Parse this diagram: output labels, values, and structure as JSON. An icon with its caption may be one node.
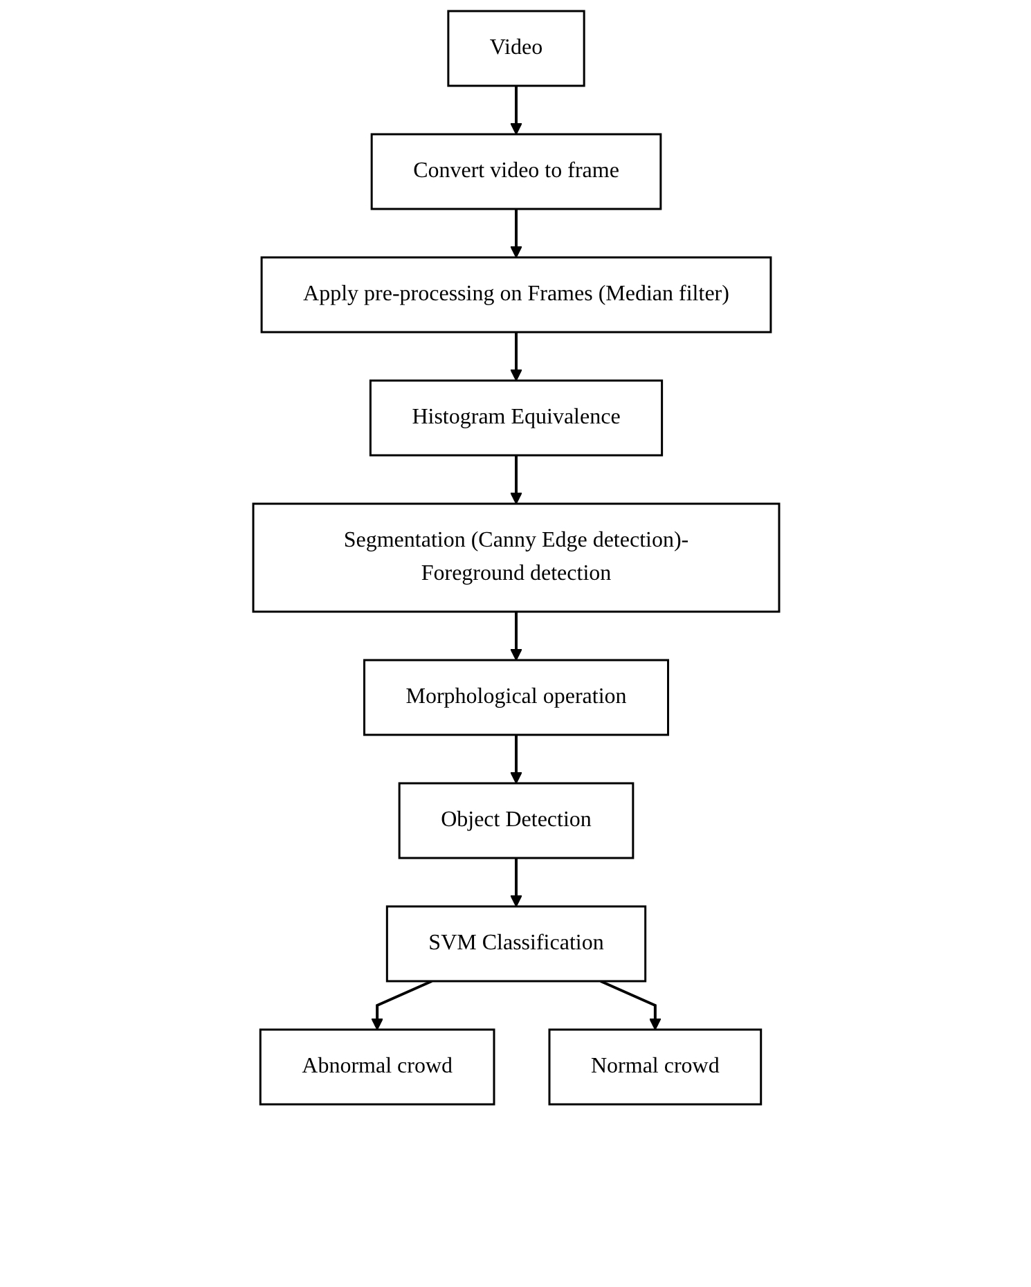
{
  "diagram": {
    "nodes": [
      {
        "text": [
          "Video"
        ]
      },
      {
        "text": [
          "Convert video to frame"
        ]
      },
      {
        "text": [
          "Apply pre-processing on Frames (Median filter)"
        ]
      },
      {
        "text": [
          "Histogram Equivalence"
        ]
      },
      {
        "text": [
          "Segmentation (Canny Edge detection)-Foreground detection"
        ]
      },
      {
        "text": [
          "Morphological operation"
        ]
      },
      {
        "text": [
          "Object Detection"
        ]
      },
      {
        "text": [
          "SVM Classification"
        ]
      },
      {
        "text": [
          "Abnormal crowd"
        ]
      },
      {
        "text": [
          "Normal crowd"
        ]
      }
    ],
    "edges": [
      {
        "from": 0,
        "to": 1,
        "arrow": "to"
      },
      {
        "from": 1,
        "to": 2,
        "arrow": "to"
      },
      {
        "from": 2,
        "to": 3,
        "arrow": "to"
      },
      {
        "from": 3,
        "to": 4,
        "arrow": "to"
      },
      {
        "from": 4,
        "to": 5,
        "arrow": "to"
      },
      {
        "from": 5,
        "to": 6,
        "arrow": "to"
      },
      {
        "from": 6,
        "to": 7,
        "arrow": "to"
      },
      {
        "from": 7,
        "to": 8,
        "arrow": "to"
      },
      {
        "from": 7,
        "to": 9,
        "arrow": "to"
      }
    ]
  }
}
